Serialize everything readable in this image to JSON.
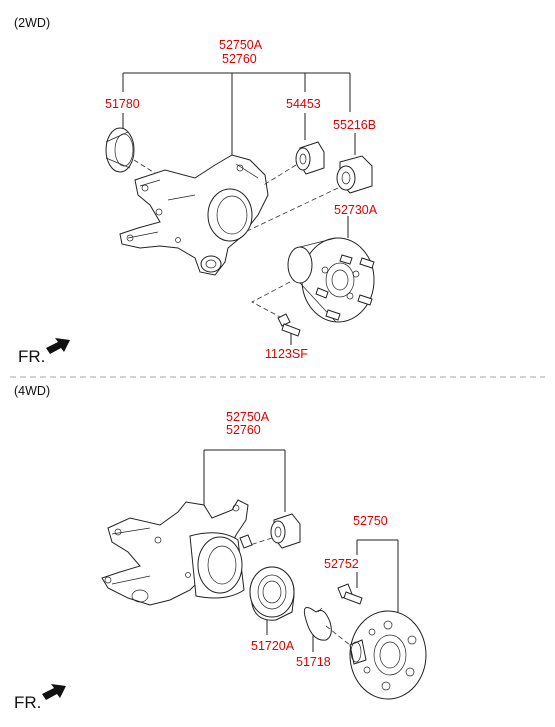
{
  "sections": {
    "top": {
      "title": "(2WD)",
      "fr_label": "FR."
    },
    "bottom": {
      "title": "(4WD)",
      "fr_label": "FR."
    }
  },
  "parts_2wd": {
    "knuckle_a": "52750A",
    "knuckle_b": "52760",
    "cap": "51780",
    "bushing": "54453",
    "bushing_b": "55216B",
    "hub": "52730A",
    "bolt": "1123SF"
  },
  "parts_4wd": {
    "knuckle_a": "52750A",
    "knuckle_b": "52760",
    "hub": "52750",
    "bolt": "52752",
    "bearing": "51720A",
    "snap_ring": "51718"
  },
  "colors": {
    "label": "#e00000",
    "line": "#222222"
  }
}
